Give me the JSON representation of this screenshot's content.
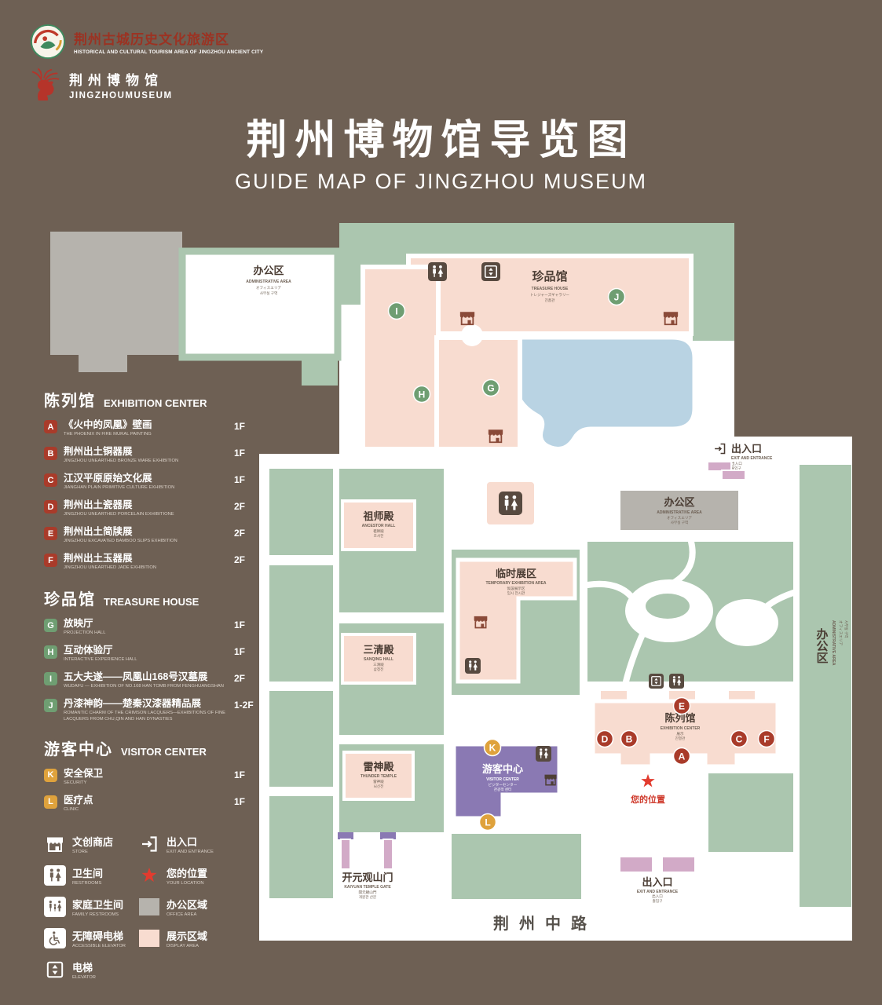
{
  "page": {
    "title_cn": "荆州博物馆导览图",
    "title_en": "GUIDE MAP OF JINGZHOU MUSEUM"
  },
  "header": {
    "tourism_logo": {
      "cn": "荆州古城历史文化旅游区",
      "en": "HISTORICAL AND CULTURAL TOURISM AREA OF JINGZHOU ANCIENT CITY"
    },
    "museum_logo": {
      "cn": "荆州博物馆",
      "en": "JINGZHOUMUSEUM"
    }
  },
  "legend": {
    "sections": [
      {
        "title_cn": "陈列馆",
        "title_en": "EXHIBITION CENTER",
        "items": [
          {
            "key": "A",
            "cn": "《火中的凤凰》壁画",
            "en": "THE PHOENIX IN FIRE MURAL PAINTING",
            "floor": "1F"
          },
          {
            "key": "B",
            "cn": "荆州出土铜器展",
            "en": "JINGZHOU UNEARTHED BRONZE WARE EXHIBITION",
            "floor": "1F"
          },
          {
            "key": "C",
            "cn": "江汉平原原始文化展",
            "en": "JIANGHAN PLAIN PRIMITIVE CULTURE EXHIBITION",
            "floor": "1F"
          },
          {
            "key": "D",
            "cn": "荆州出土瓷器展",
            "en": "JINGZHOU UNEARTHED PORCELAIN EXHIBITIONE",
            "floor": "2F"
          },
          {
            "key": "E",
            "cn": "荆州出土简牍展",
            "en": "JINGZHOU EXCAVATED BAMBOO SLIPS EXHIBITION",
            "floor": "2F"
          },
          {
            "key": "F",
            "cn": "荆州出土玉器展",
            "en": "JINGZHOU UNEARTHED JADE EXHIBITION",
            "floor": "2F"
          }
        ]
      },
      {
        "title_cn": "珍品馆",
        "title_en": "TREASURE HOUSE",
        "items": [
          {
            "key": "G",
            "cn": "放映厅",
            "en": "PROJECTION HALL",
            "floor": "1F"
          },
          {
            "key": "H",
            "cn": "互动体验厅",
            "en": "INTERACTIVE EXPERIENCE HALL",
            "floor": "1F"
          },
          {
            "key": "I",
            "cn": "五大夫遂——凤凰山168号汉墓展",
            "en": "WUDAFU — EXHIBITION OF NO.168 HAN TOMB FROM FENGHUANGSHAN",
            "floor": "2F"
          },
          {
            "key": "J",
            "cn": "丹漆神韵——楚秦汉漆器精品展",
            "en": "ROMANTIC CHARM OF THE CRIMSON LACQUERS—EXHIBITIONS OF FINE LACQUERS FROM CHU,QIN AND HAN DYNASTIES",
            "floor": "1-2F"
          }
        ]
      },
      {
        "title_cn": "游客中心",
        "title_en": "VISITOR CENTER",
        "items": [
          {
            "key": "K",
            "cn": "安全保卫",
            "en": "SECURITY",
            "floor": "1F"
          },
          {
            "key": "L",
            "cn": "医疗点",
            "en": "CLINIC",
            "floor": "1F"
          }
        ]
      }
    ],
    "symbols": [
      {
        "cn": "文创商店",
        "en": "STORE"
      },
      {
        "cn": "出入口",
        "en": "EXIT AND ENTRANCE"
      },
      {
        "cn": "卫生间",
        "en": "RESTROOMS"
      },
      {
        "cn": "您的位置",
        "en": "YOUR LOCATION"
      },
      {
        "cn": "家庭卫生间",
        "en": "FAMILY RESTROOMS"
      },
      {
        "cn": "办公区域",
        "en": "OFFICE AREA"
      },
      {
        "cn": "无障碍电梯",
        "en": "ACCESSIBLE ELEVATOR"
      },
      {
        "cn": "展示区域",
        "en": "DISPLAY AREA"
      },
      {
        "cn": "电梯",
        "en": "ELEVATOR"
      }
    ]
  },
  "map": {
    "buildings": {
      "admin_top": {
        "cn": "办公区",
        "en": "ADMINISTRATIVE AREA",
        "jp": "オフィスエリア",
        "kr": "사무실 구역"
      },
      "treasure": {
        "cn": "珍品馆",
        "en": "TREASURE HOUSE",
        "jp": "トレジャーズギャラリー",
        "kr": "진품관"
      },
      "admin_mid": {
        "cn": "办公区",
        "en": "ADMINISTRATIVE AREA",
        "jp": "オフィスエリア",
        "kr": "사무실 구역"
      },
      "admin_right": {
        "cn": "办公区",
        "en": "ADMINISTRATIVE AREA",
        "jp": "オフィスエリア",
        "kr": "사무실 구역"
      },
      "ancestor": {
        "cn": "祖师殿",
        "en": "ANCESTOR HALL",
        "jp": "祖師殿",
        "kr": "조사전"
      },
      "temporary": {
        "cn": "临时展区",
        "en": "TEMPORARY EXHIBITION AREA",
        "jp": "仮設展示区",
        "kr": "임시 전시관"
      },
      "sanqing": {
        "cn": "三清殿",
        "en": "SANQING HALL",
        "jp": "三清殿",
        "kr": "삼청전"
      },
      "thunder": {
        "cn": "雷神殿",
        "en": "THUNDER TEMPLE",
        "jp": "雷神殿",
        "kr": "뇌신전"
      },
      "visitor": {
        "cn": "游客中心",
        "en": "VISITOR CENTER",
        "jp": "ビジターセンター",
        "kr": "관광객 센터"
      },
      "exhibition": {
        "cn": "陈列馆",
        "en": "EXHIBITION CENTER",
        "jp": "展示",
        "kr": "진열관"
      },
      "gate": {
        "cn": "开元观山门",
        "en": "KAIYUAN TEMPLE GATE",
        "jp": "開元観山門",
        "kr": "개원관 산문"
      }
    },
    "exits": {
      "right": {
        "cn": "出入口",
        "en": "EXIT AND ENTRANCE",
        "jp": "出入口",
        "kr": "출입구"
      },
      "bottom": {
        "cn": "出入口",
        "en": "EXIT AND ENTRANCE",
        "jp": "出入口",
        "kr": "출입구"
      }
    },
    "location": {
      "cn": "您的位置"
    },
    "road": {
      "cn": "荆州中路"
    },
    "markers": {
      "A": "A",
      "B": "B",
      "C": "C",
      "D": "D",
      "E": "E",
      "F": "F",
      "G": "G",
      "H": "H",
      "I": "I",
      "J": "J",
      "K": "K",
      "L": "L"
    }
  },
  "colors": {
    "background": "#6e6054",
    "lawn": "#abc6af",
    "display_area": "#f8dcd0",
    "office_area": "#b6b3ad",
    "pond": "#b9d3e3",
    "visitor_center": "#8a79b3",
    "exhibition_marker": "#a93b2a",
    "treasure_marker": "#6f9e72",
    "visitor_marker": "#dfa23c",
    "your_location": "#e23b2e"
  }
}
